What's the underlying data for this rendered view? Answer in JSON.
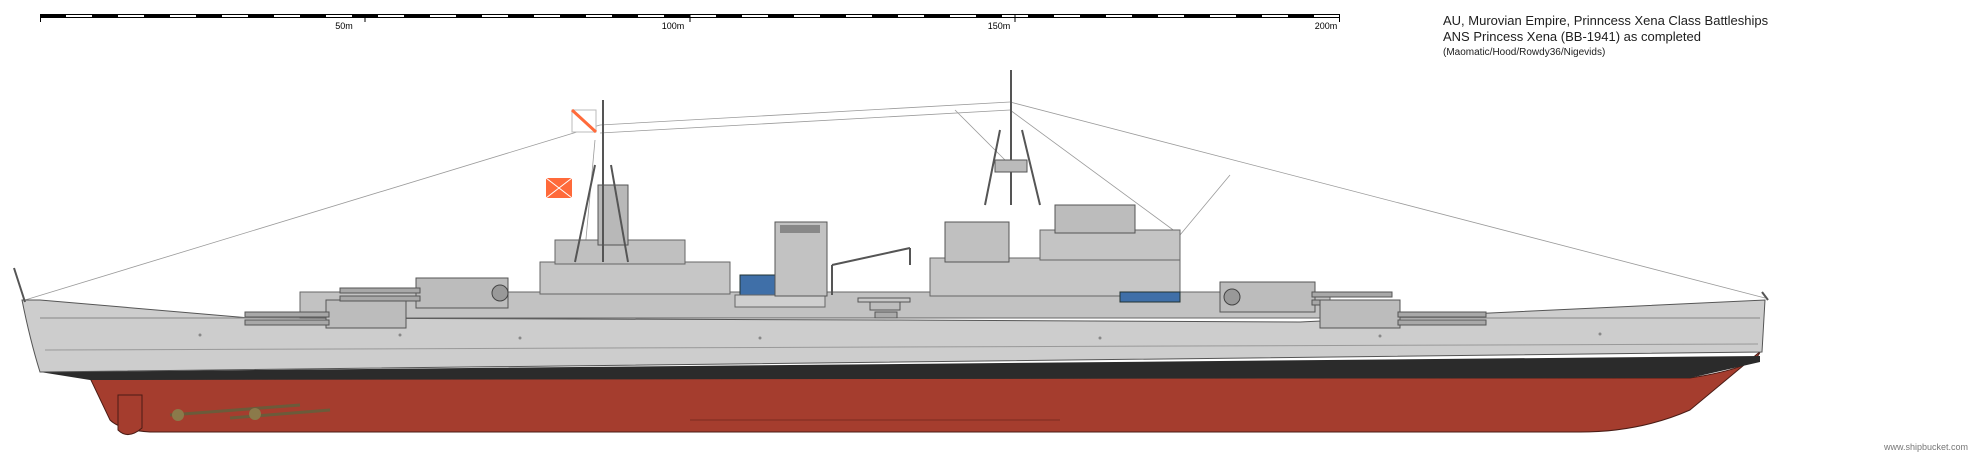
{
  "scale": {
    "labels": [
      "50m",
      "100m",
      "150m",
      "200m"
    ]
  },
  "title": {
    "line1": "AU, Murovian Empire, Prinncess Xena Class Battleships",
    "line2": "ANS Princess Xena (BB-1941) as completed",
    "credits": "(Maomatic/Hood/Rowdy36/Nigevids)"
  },
  "watermark": "www.shipbucket.com",
  "colors": {
    "upper_hull": "#c9c9c9",
    "superstructure": "#bdbdbd",
    "lower_hull": "#a53d2e",
    "boot_topping": "#2b2b2b",
    "flag": "#ff6a3a",
    "boats": "#3f6fa8"
  }
}
